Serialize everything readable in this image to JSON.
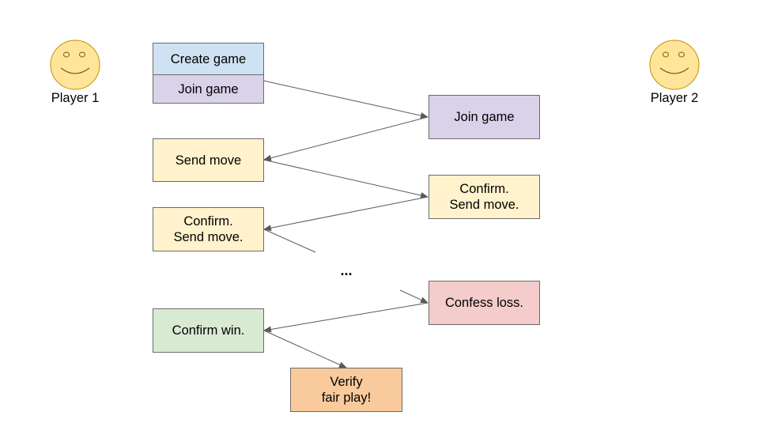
{
  "players": {
    "player1": {
      "label": "Player 1",
      "icon": "smiley-face-icon"
    },
    "player2": {
      "label": "Player 2",
      "icon": "smiley-face-icon"
    }
  },
  "steps": {
    "create_game": "Create game",
    "join_game_p1": "Join game",
    "join_game_p2": "Join game",
    "send_move": "Send move",
    "confirm_send_p2": "Confirm.\nSend move.",
    "confirm_send_p1": "Confirm.\nSend move.",
    "ellipsis": "...",
    "confess_loss": "Confess loss.",
    "confirm_win": "Confirm win.",
    "verify": "Verify\nfair play!"
  },
  "colors": {
    "blue": "#cfe2f3",
    "purple": "#d9d2e9",
    "yellow": "#fff2cc",
    "red": "#f4cccc",
    "green": "#d9ead3",
    "orange": "#f9cb9c",
    "face": "#ffe599",
    "arrow": "#595959"
  }
}
